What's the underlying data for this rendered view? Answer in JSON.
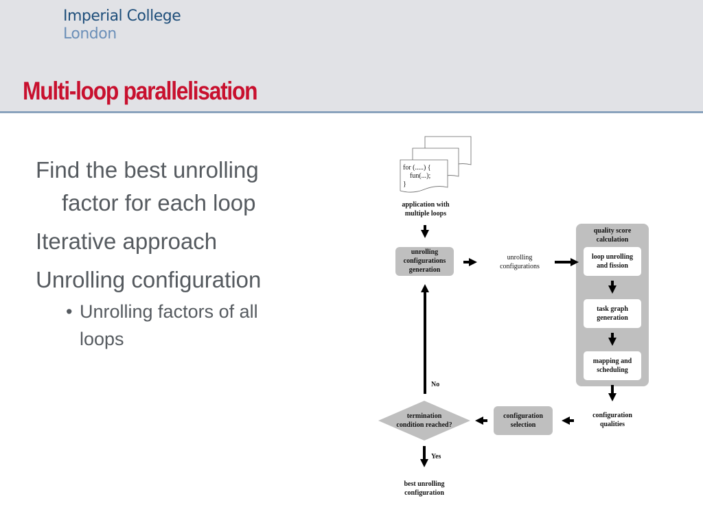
{
  "header": {
    "logo_line1": "Imperial College",
    "logo_line2": "London",
    "title": "Multi-loop parallelisation"
  },
  "bullets": {
    "b1_line1": "Find the best unrolling",
    "b1_line2": "factor for each loop",
    "b2": "Iterative approach",
    "b3": "Unrolling configuration",
    "sub_marker": "•",
    "sub1_line1": "Unrolling factors of all",
    "sub1_line2": "loops"
  },
  "diagram": {
    "code_line1": "for (.....) {",
    "code_line2": "    fun(...);",
    "code_line3": "}",
    "app_line1": "application with",
    "app_line2": "multiple loops",
    "gen_line1": "unrolling",
    "gen_line2": "configurations",
    "gen_line3": "generation",
    "conf_line1": "unrolling",
    "conf_line2": "configurations",
    "qs_line1": "quality score",
    "qs_line2": "calculation",
    "lu_line1": "loop unrolling",
    "lu_line2": "and fission",
    "tg_line1": "task graph",
    "tg_line2": "generation",
    "ms_line1": "mapping and",
    "ms_line2": "scheduling",
    "cq_line1": "configuration",
    "cq_line2": "qualities",
    "cs_line1": "configuration",
    "cs_line2": "selection",
    "tc_line1": "termination",
    "tc_line2": "condition  reached?",
    "no": "No",
    "yes": "Yes",
    "best_line1": "best unrolling",
    "best_line2": "configuration"
  }
}
